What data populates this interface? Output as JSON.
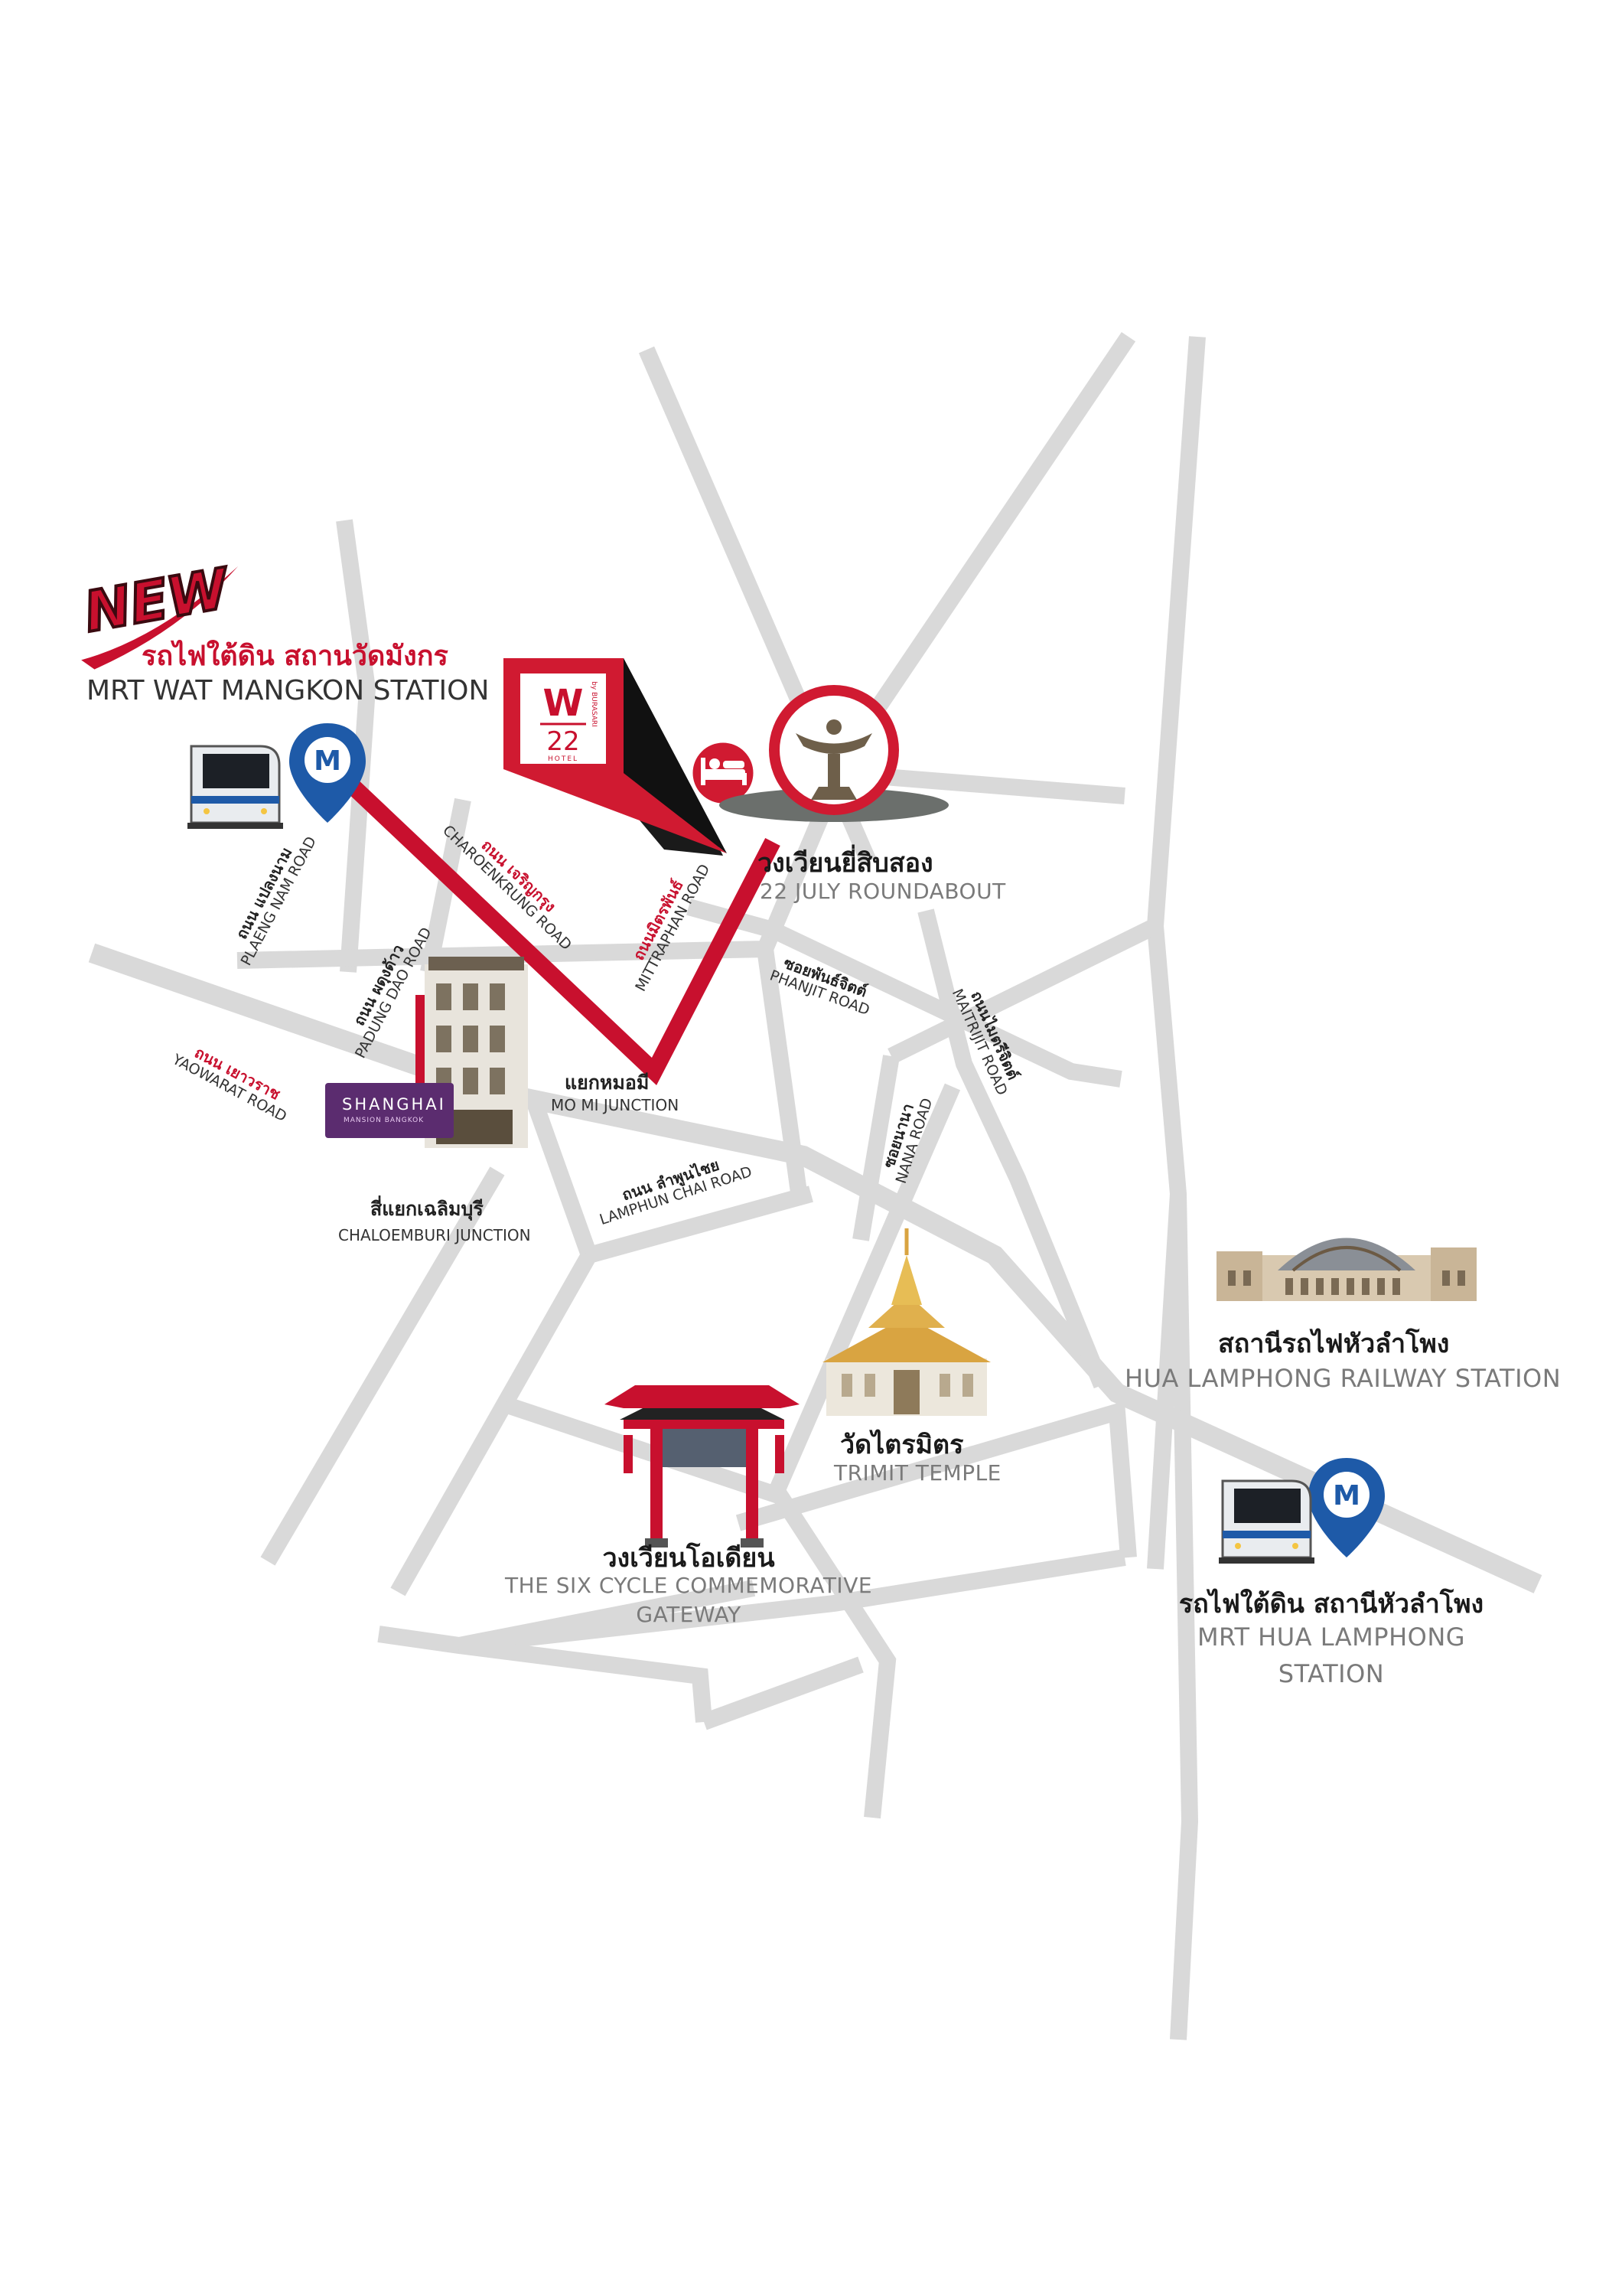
{
  "badge": {
    "text": "NEW"
  },
  "hotel": {
    "logo_letter": "W",
    "logo_number": "22",
    "logo_by": "by BURASARI",
    "logo_sub": "HOTEL"
  },
  "places": {
    "mrt_wat_mangkon": {
      "th": "รถไฟใต้ดิน สถานวัดมังกร",
      "en": "MRT WAT MANGKON STATION"
    },
    "roundabout_22july": {
      "th": "วงเวียนยี่สิบสอง",
      "en": "22 JULY ROUNDABOUT"
    },
    "mo_mi": {
      "th": "แยกหมอมี",
      "en": "MO MI JUNCTION"
    },
    "chaloemburi": {
      "th": "สี่แยกเฉลิมบุรี",
      "en": "CHALOEMBURI JUNCTION"
    },
    "hua_lamphong_rail": {
      "th": "สถานีรถไฟหัวลำโพง",
      "en": "HUA LAMPHONG  RAILWAY STATION"
    },
    "trimit": {
      "th": "วัดไตรมิตร",
      "en": "TRIMIT TEMPLE"
    },
    "odeon": {
      "th": "วงเวียนโอเดียน",
      "en1": "THE SIX CYCLE  COMMEMORATIVE",
      "en2": "GATEWAY"
    },
    "mrt_hua_lamphong": {
      "th": "รถไฟใต้ดิน สถานีหัวลำโพง",
      "en1": "MRT HUA LAMPHONG",
      "en2": "STATION"
    },
    "shanghai": {
      "name": "SHANGHAI",
      "sub": "MANSION BANGKOK"
    }
  },
  "roads": {
    "plaeng_nam": {
      "th": "ถนน แปลงนาม",
      "en": "PLAENG NAM ROAD"
    },
    "charoenkrung": {
      "th": "ถนน เจริญกรุง",
      "en": "CHAROENKRUNG  ROAD"
    },
    "mittraphan": {
      "th": "ถนนมิตรพันธ์",
      "en": "MITTRAPHAN ROAD"
    },
    "padung_dao": {
      "th": "ถนน ผดุงด้าว",
      "en": "PADUNG DAO ROAD"
    },
    "yaowarat": {
      "th": "ถนน เยาวราช",
      "en": "YAOWARAT ROAD"
    },
    "phanjit": {
      "th": "ซอยพันธ์จิตต์",
      "en": "PHANJIT ROAD"
    },
    "maitrijit": {
      "th": "ถนนไมตรีจิตต์",
      "en": "MAITRIJIT ROAD"
    },
    "nana": {
      "th": "ซอยนานา",
      "en": "NANA ROAD"
    },
    "lamphun_chai": {
      "th": "ถนน ลำพูนไชย",
      "en": "LAMPHUN CHAI ROAD"
    }
  },
  "icons": {
    "metro": "metro-m-icon",
    "bed": "bed-icon",
    "train": "train-icon"
  },
  "colors": {
    "route": "#c8102e",
    "road": "#d9d9d9",
    "pin": "#1e5aa8"
  }
}
